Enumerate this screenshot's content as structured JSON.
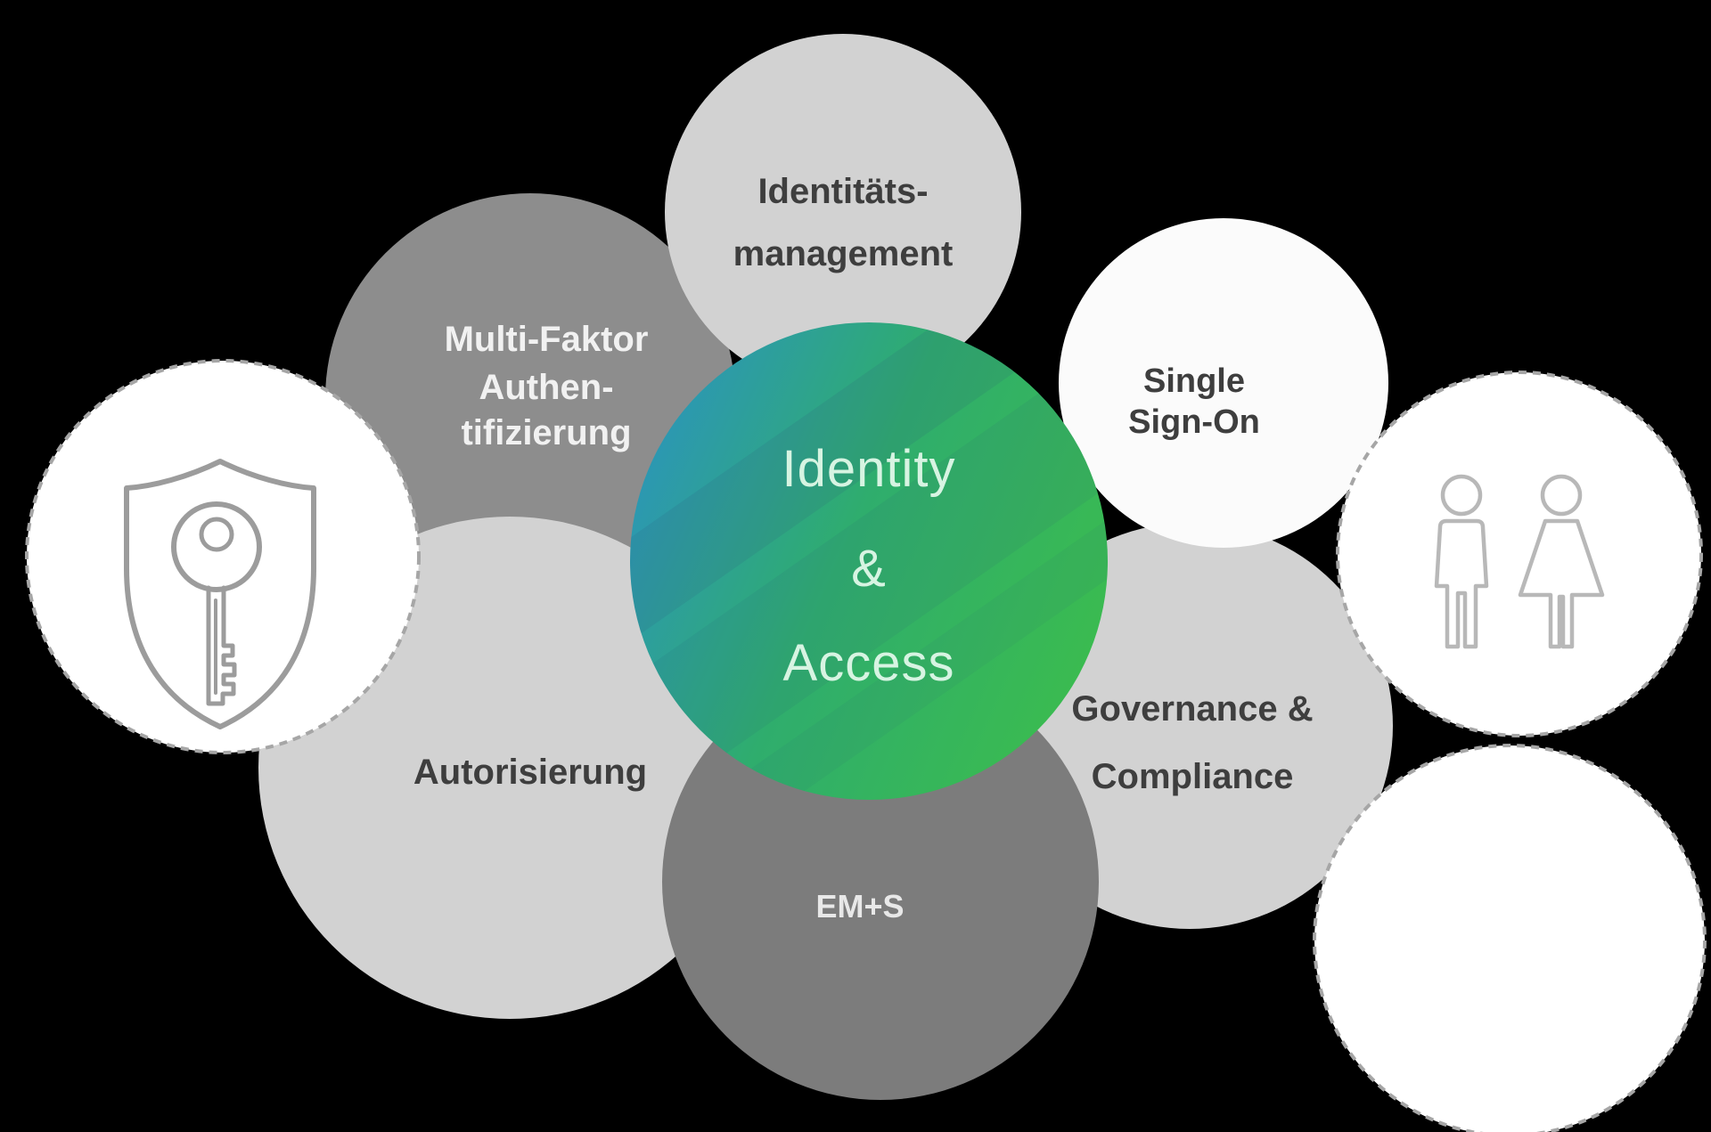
{
  "colors": {
    "background": "#000000",
    "circle_light_gray": "#d2d2d2",
    "circle_mid_gray": "#8d8d8d",
    "circle_dark_gray": "#7c7c7c",
    "circle_white": "#fbfbfb",
    "dotted_circle_fill": "#ffffff",
    "dotted_border": "#a6a6a6",
    "label_dark": "#3e3e3e",
    "label_light": "#f1f1f1",
    "label_ems": "#e8e8e8",
    "center_text": "#d7f4e2",
    "center_gradient_start": "#2c96b8",
    "center_gradient_mid": "#2fad6d",
    "center_gradient_end": "#3bbc4e",
    "stripe_tint": "#2f4f7a",
    "shield_key_stroke": "#9c9c9c",
    "figure_stroke": "#b8b8b8"
  },
  "center_circle": {
    "lines": [
      "Identity",
      "&",
      "Access"
    ]
  },
  "nodes": {
    "identitaetsmanagement": {
      "lines": [
        "Identitäts-",
        "management"
      ]
    },
    "multifaktor": {
      "lines": [
        "Multi-Faktor",
        "Authen-",
        "tifizierung"
      ]
    },
    "single_sign_on": {
      "lines": [
        "Single",
        "Sign-On"
      ]
    },
    "governance_compliance": {
      "lines": [
        "Governance &",
        "Compliance"
      ]
    },
    "autorisierung": {
      "lines": [
        "Autorisierung"
      ]
    },
    "ems": {
      "lines": [
        "EM+S"
      ]
    }
  },
  "icons": {
    "shield_key": "shield-key-icon",
    "man_woman": "man-woman-icon"
  }
}
